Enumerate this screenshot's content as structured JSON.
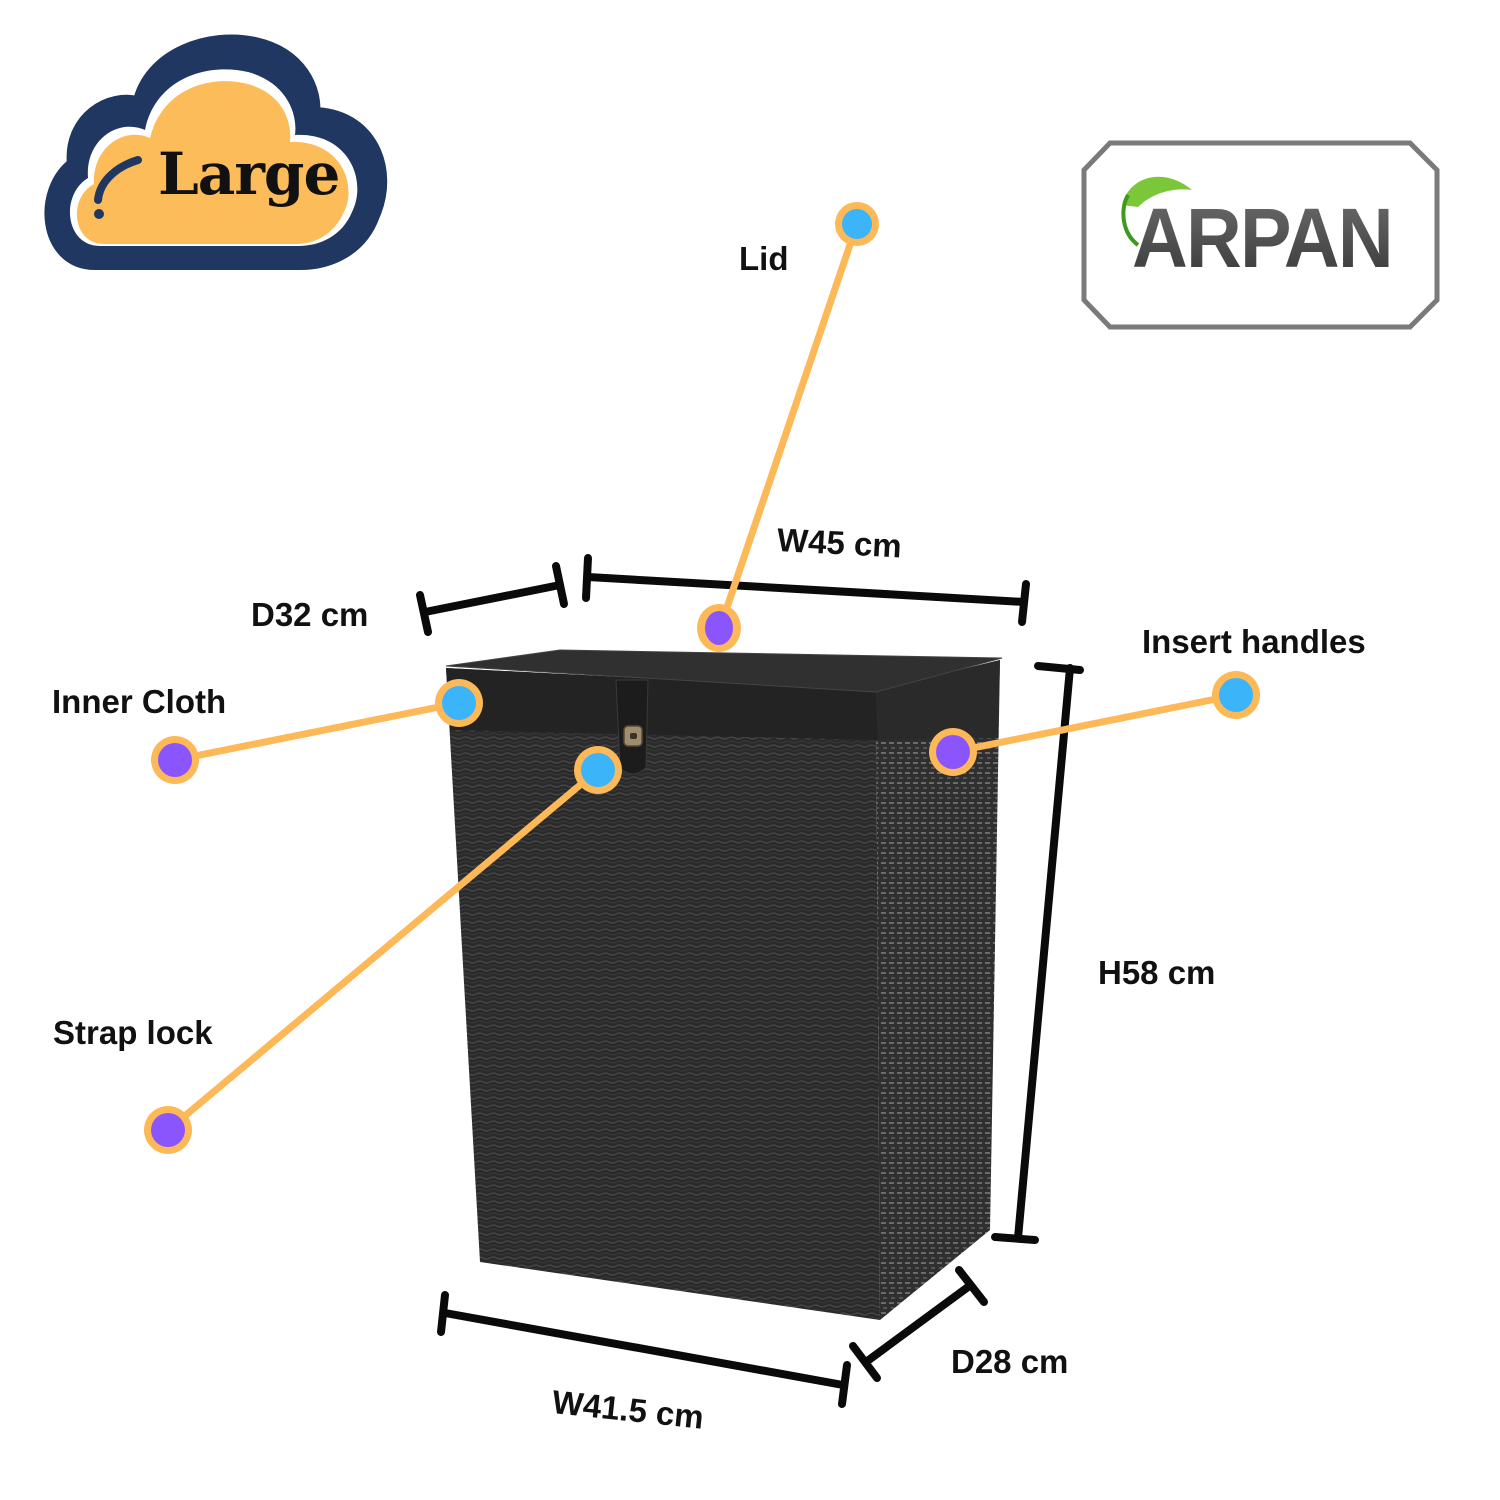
{
  "size_badge": {
    "label": "Large",
    "icon": "cloud-icon",
    "fill_color": "#FDBC5A",
    "outline_color": "#1F3761"
  },
  "brand_logo": {
    "name": "ARPAN",
    "icon": "leaf-icon",
    "frame_color": "#7A7A7A",
    "leaf_color": "#6BBE2E"
  },
  "product": {
    "name": "black wicker laundry basket with lid",
    "color": "#262626"
  },
  "callout_style": {
    "line_color": "#FDB858",
    "outer_dot_color": "#3BB4FA",
    "inner_dot_color": "#8A55FC"
  },
  "callouts": [
    {
      "id": "lid",
      "label": "Lid"
    },
    {
      "id": "inner-cloth",
      "label": "Inner Cloth"
    },
    {
      "id": "strap-lock",
      "label": "Strap lock"
    },
    {
      "id": "insert-handles",
      "label": "Insert handles"
    }
  ],
  "dimensions": {
    "top_depth": {
      "label": "D32 cm",
      "value": 32,
      "unit": "cm"
    },
    "top_width": {
      "label": "W45 cm",
      "value": 45,
      "unit": "cm"
    },
    "height": {
      "label": "H58 cm",
      "value": 58,
      "unit": "cm"
    },
    "bottom_width": {
      "label": "W41.5 cm",
      "value": 41.5,
      "unit": "cm"
    },
    "bottom_depth": {
      "label": "D28 cm",
      "value": 28,
      "unit": "cm"
    }
  }
}
